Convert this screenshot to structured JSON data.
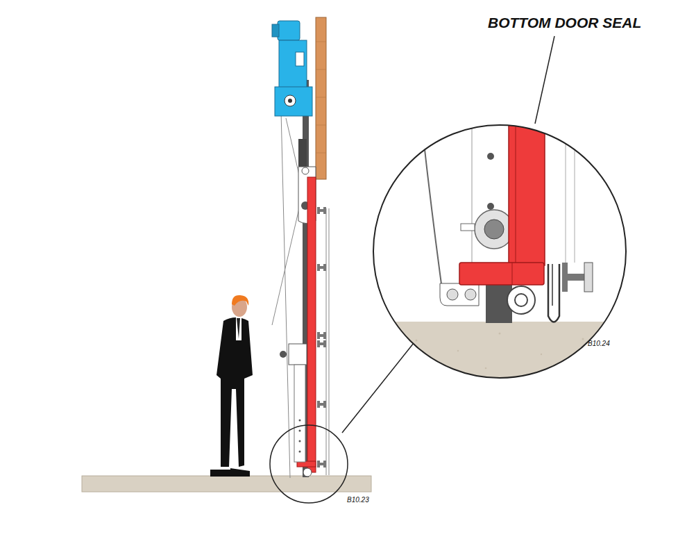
{
  "diagram": {
    "labels": [
      "BOTTOM DOOR SEAL",
      "B10.24",
      "B10.23"
    ]
  }
}
